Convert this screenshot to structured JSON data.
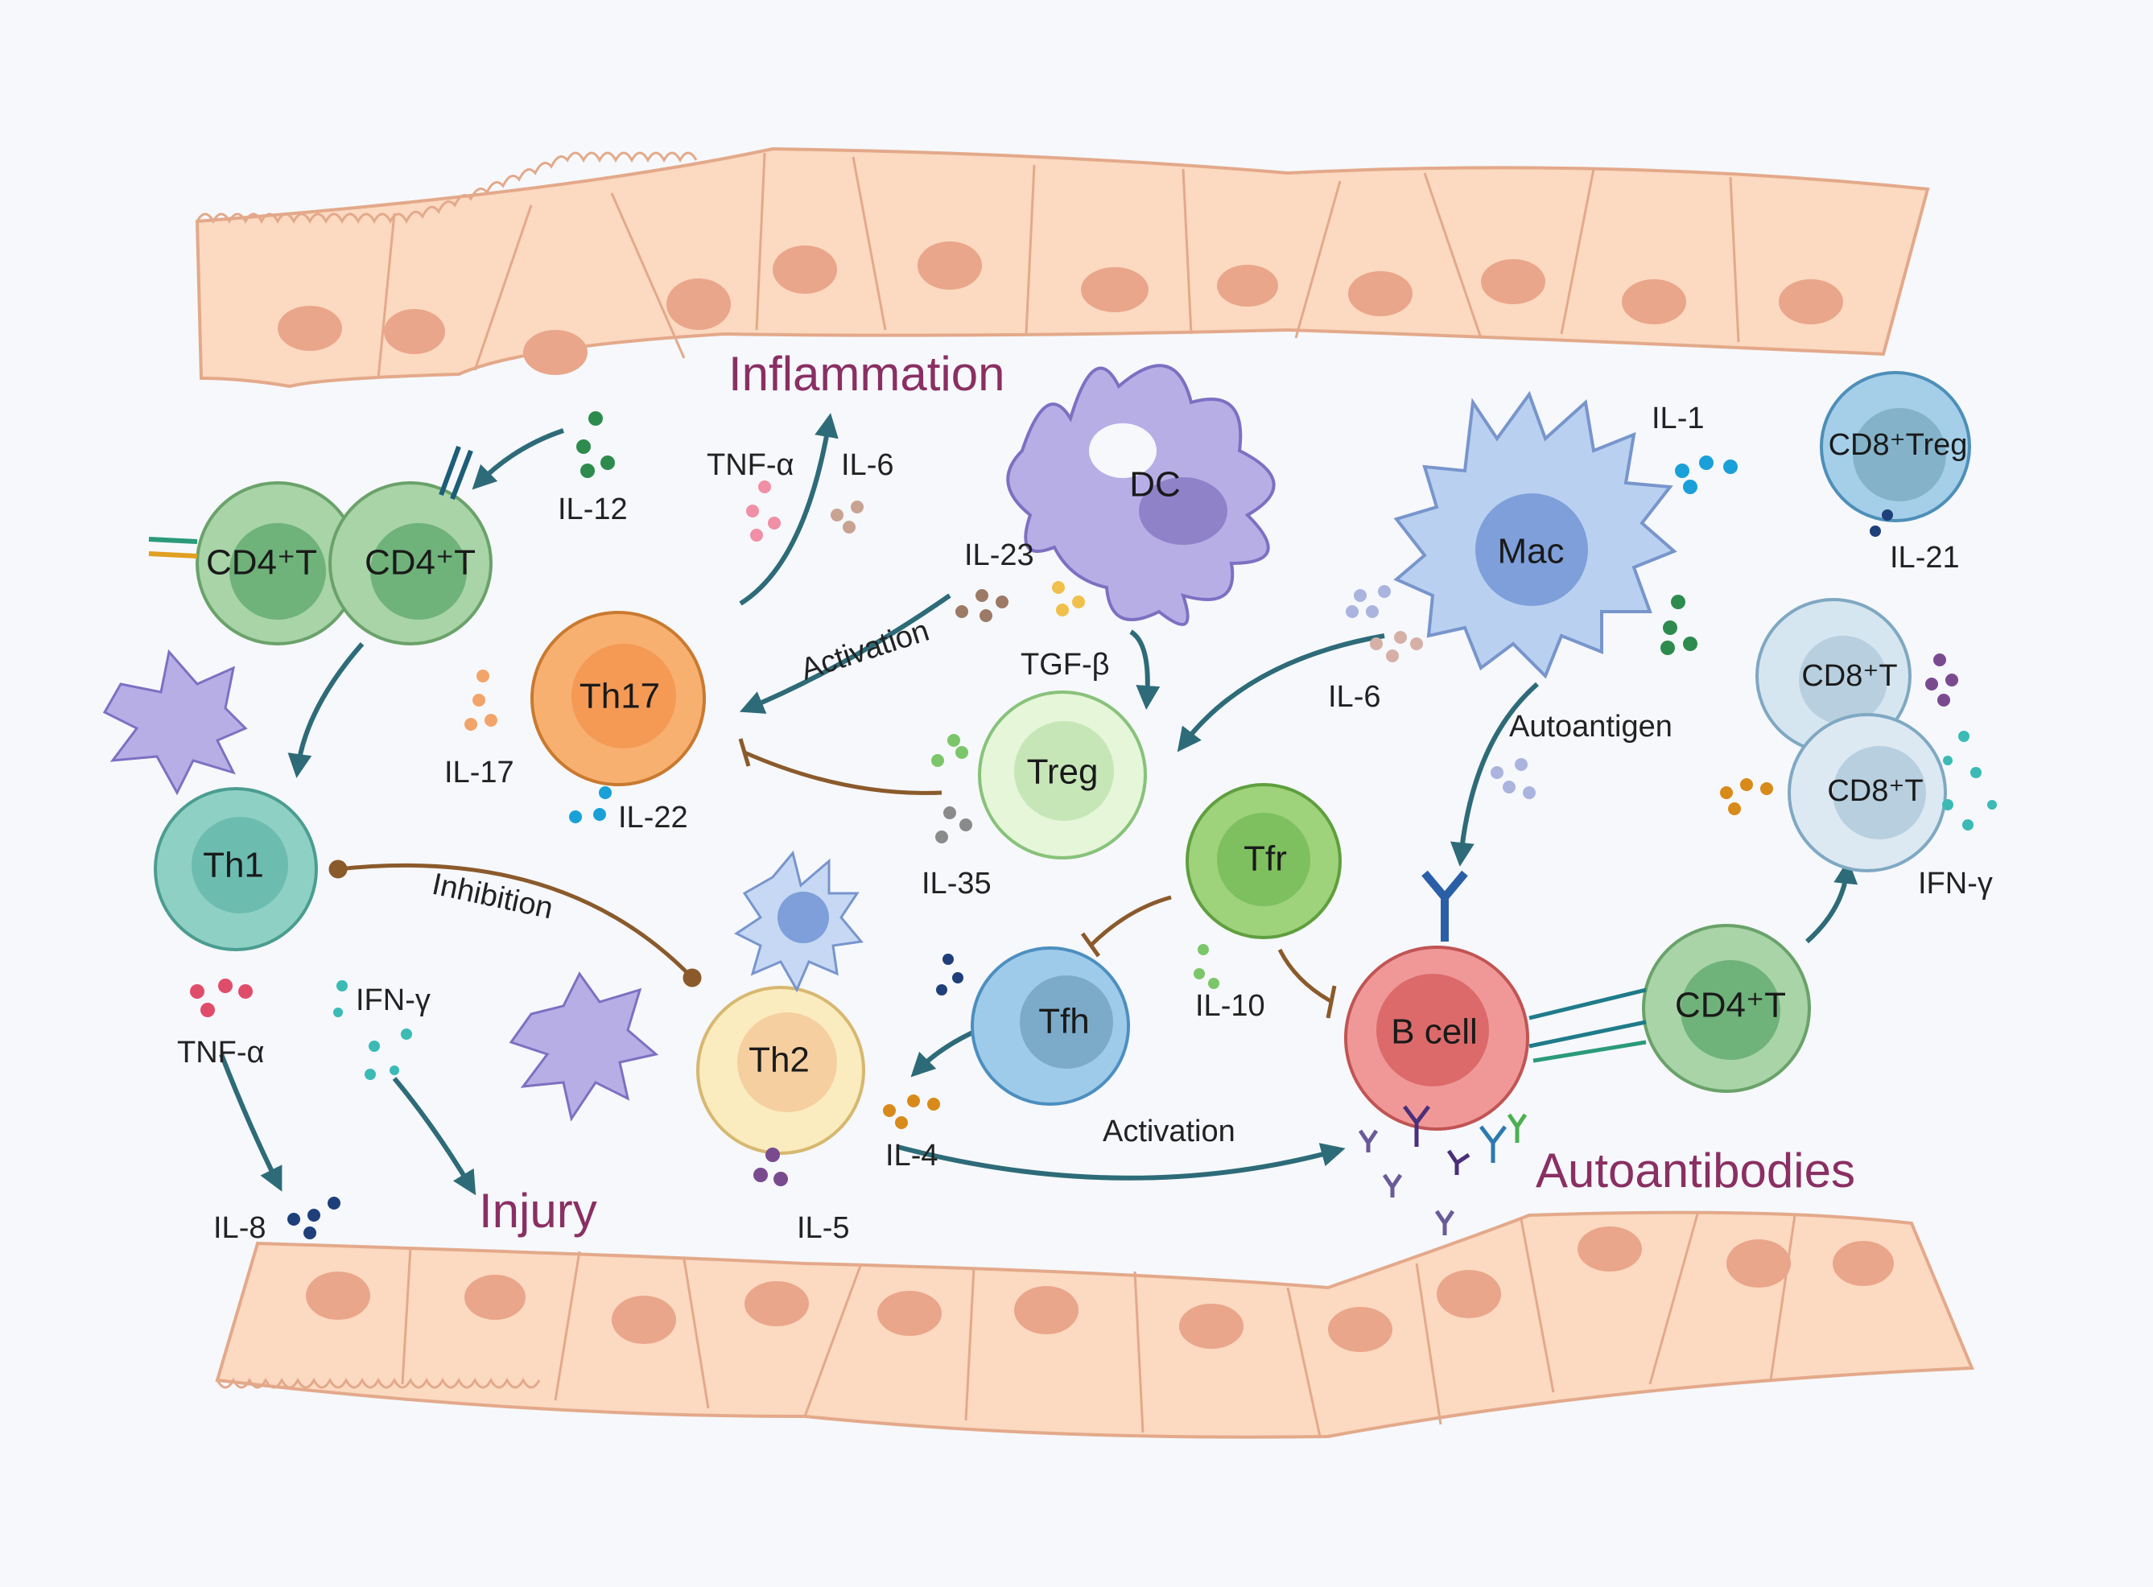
{
  "headlines": {
    "inflammation": "Inflammation",
    "injury": "Injury",
    "autoantibodies": "Autoantibodies"
  },
  "cells": {
    "cd4t_a": "CD4⁺T",
    "cd4t_b": "CD4⁺T",
    "cd4t_c": "CD4⁺T",
    "th1": "Th1",
    "th17": "Th17",
    "th2": "Th2",
    "treg": "Treg",
    "tfr": "Tfr",
    "tfh": "Tfh",
    "dc": "DC",
    "mac": "Mac",
    "bcell": "B cell",
    "cd8treg": "CD8⁺Treg",
    "cd8t_a": "CD8⁺T",
    "cd8t_b": "CD8⁺T"
  },
  "cytokines": {
    "il12": "IL-12",
    "tnfa_top": "TNF-α",
    "il6_top": "IL-6",
    "il23": "IL-23",
    "tgfb": "TGF-β",
    "il17": "IL-17",
    "il22": "IL-22",
    "il35": "IL-35",
    "il1": "IL-1",
    "il6_mac": "IL-6",
    "il21": "IL-21",
    "tnfa_th1": "TNF-α",
    "ifng_th1": "IFN-γ",
    "il8": "IL-8",
    "il10": "IL-10",
    "il4": "IL-4",
    "il5": "IL-5",
    "ifng_cd8": "IFN-γ"
  },
  "arrow_labels": {
    "activation_top": "Activation",
    "inhibition": "Inhibition",
    "activation_bottom": "Activation",
    "autoantigen": "Autoantigen"
  },
  "colors": {
    "epithelium": "#fcd9c1",
    "epithelium_edge": "#e3a98a",
    "nucleus": "#e9a68a",
    "arrow_teal": "#2e6b78",
    "arrow_brown": "#8b5a2b",
    "headline": "#8a2f63"
  }
}
